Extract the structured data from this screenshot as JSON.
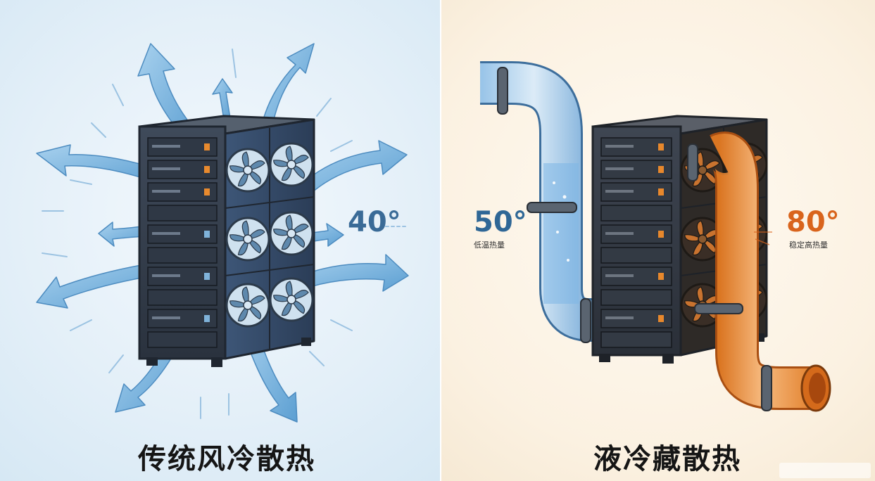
{
  "left": {
    "caption": "传统风冷散热",
    "temperature": "40°",
    "color": "#3a6b97"
  },
  "right": {
    "caption": "液冷藏散热",
    "cold_temperature": "50°",
    "cold_label": "低温热量",
    "cold_color": "#2f6796",
    "hot_temperature": "80°",
    "hot_label": "稳定高热量",
    "hot_color": "#d9641c"
  },
  "icons": [
    "server-rack-icon",
    "fan-icon",
    "airflow-arrow-icon",
    "coolant-pipe-icon"
  ]
}
